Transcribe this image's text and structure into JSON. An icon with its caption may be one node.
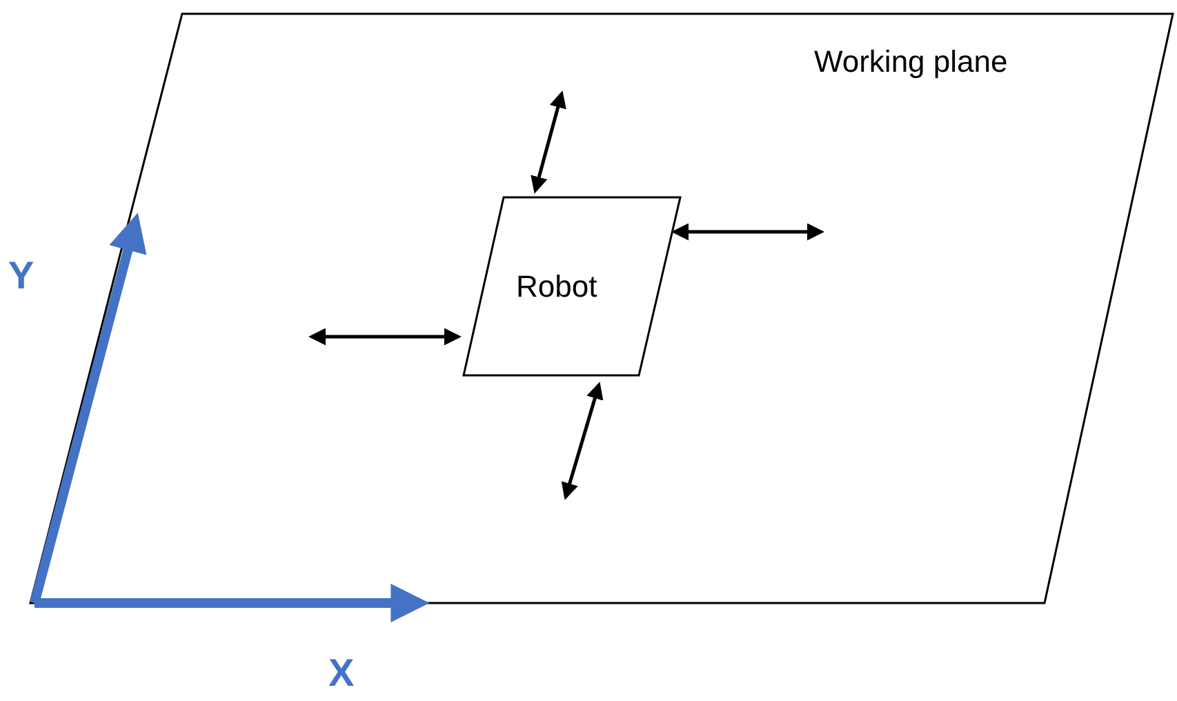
{
  "diagram": {
    "nodes": [
      {
        "text": [
          "Working plane"
        ]
      },
      {
        "text": [
          "Robot"
        ],
        "in": 0
      }
    ],
    "labels": [
      "Y",
      "X"
    ]
  }
}
